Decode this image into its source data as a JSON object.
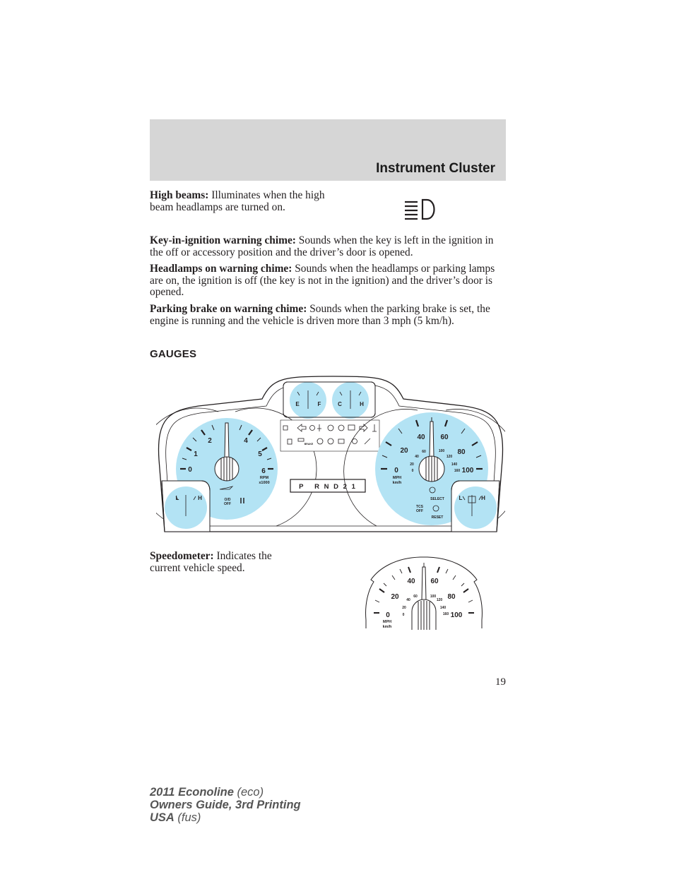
{
  "header": {
    "title": "Instrument Cluster"
  },
  "paragraphs": [
    {
      "term": "High beams:",
      "text": "Illuminates when the high beam headlamps are turned on."
    },
    {
      "term": "Key-in-ignition warning chime:",
      "text": "Sounds when the key is left in the ignition in the off or accessory position and the driver’s door is opened."
    },
    {
      "term": "Headlamps on warning chime:",
      "text": "Sounds when the headlamps or parking lamps are on, the ignition is off (the key is not in the ignition) and the driver’s door is opened."
    },
    {
      "term": "Parking brake on warning chime:",
      "text": "Sounds when the parking brake is set, the engine is running and the vehicle is driven more than 3 mph (5 km/h)."
    }
  ],
  "section": {
    "heading": "GAUGES"
  },
  "speedometer_para": {
    "term": "Speedometer:",
    "text": "Indicates the current vehicle speed."
  },
  "icons": {
    "high_beam": "high-beam-icon",
    "cluster": "instrument-cluster-figure",
    "speedometer": "speedometer-figure"
  },
  "cluster": {
    "fuel": {
      "empty": "E",
      "full": "F"
    },
    "temp": {
      "cold": "C",
      "hot": "H"
    },
    "tach": {
      "ticks": [
        "0",
        "1",
        "2",
        "4",
        "5",
        "6"
      ],
      "unit1": "RPM",
      "unit2": "x1000",
      "od_label1": "O/D",
      "od_label2": "OFF"
    },
    "gear": "P   R N D 2 1",
    "brake_label": "BRAKE",
    "speedo": {
      "mph": [
        "0",
        "20",
        "40",
        "60",
        "80",
        "100"
      ],
      "kmh": [
        "20",
        "40",
        "60",
        "100",
        "120",
        "140",
        "160"
      ],
      "kmh_zero": "0",
      "unit1": "MPH",
      "unit2": "km/h"
    },
    "select_label": "SELECT",
    "reset_label": "RESET",
    "tcs_label1": "TCS",
    "tcs_label2": "OFF",
    "left_small": {
      "low": "L",
      "high": "H"
    },
    "right_small": {
      "low": "L",
      "high": "H"
    }
  },
  "speedo_figure": {
    "mph": [
      "0",
      "20",
      "40",
      "60",
      "80",
      "100"
    ],
    "kmh": [
      "20",
      "40",
      "60",
      "100",
      "120",
      "140",
      "160"
    ],
    "kmh_zero": "0",
    "unit1": "MPH",
    "unit2": "km/h"
  },
  "page_number": "19",
  "footer": {
    "line1_bold": "2011 Econoline",
    "line1_rest": " (eco)",
    "line2": "Owners Guide, 3rd Printing",
    "line3_bold": "USA",
    "line3_rest": " (fus)"
  }
}
